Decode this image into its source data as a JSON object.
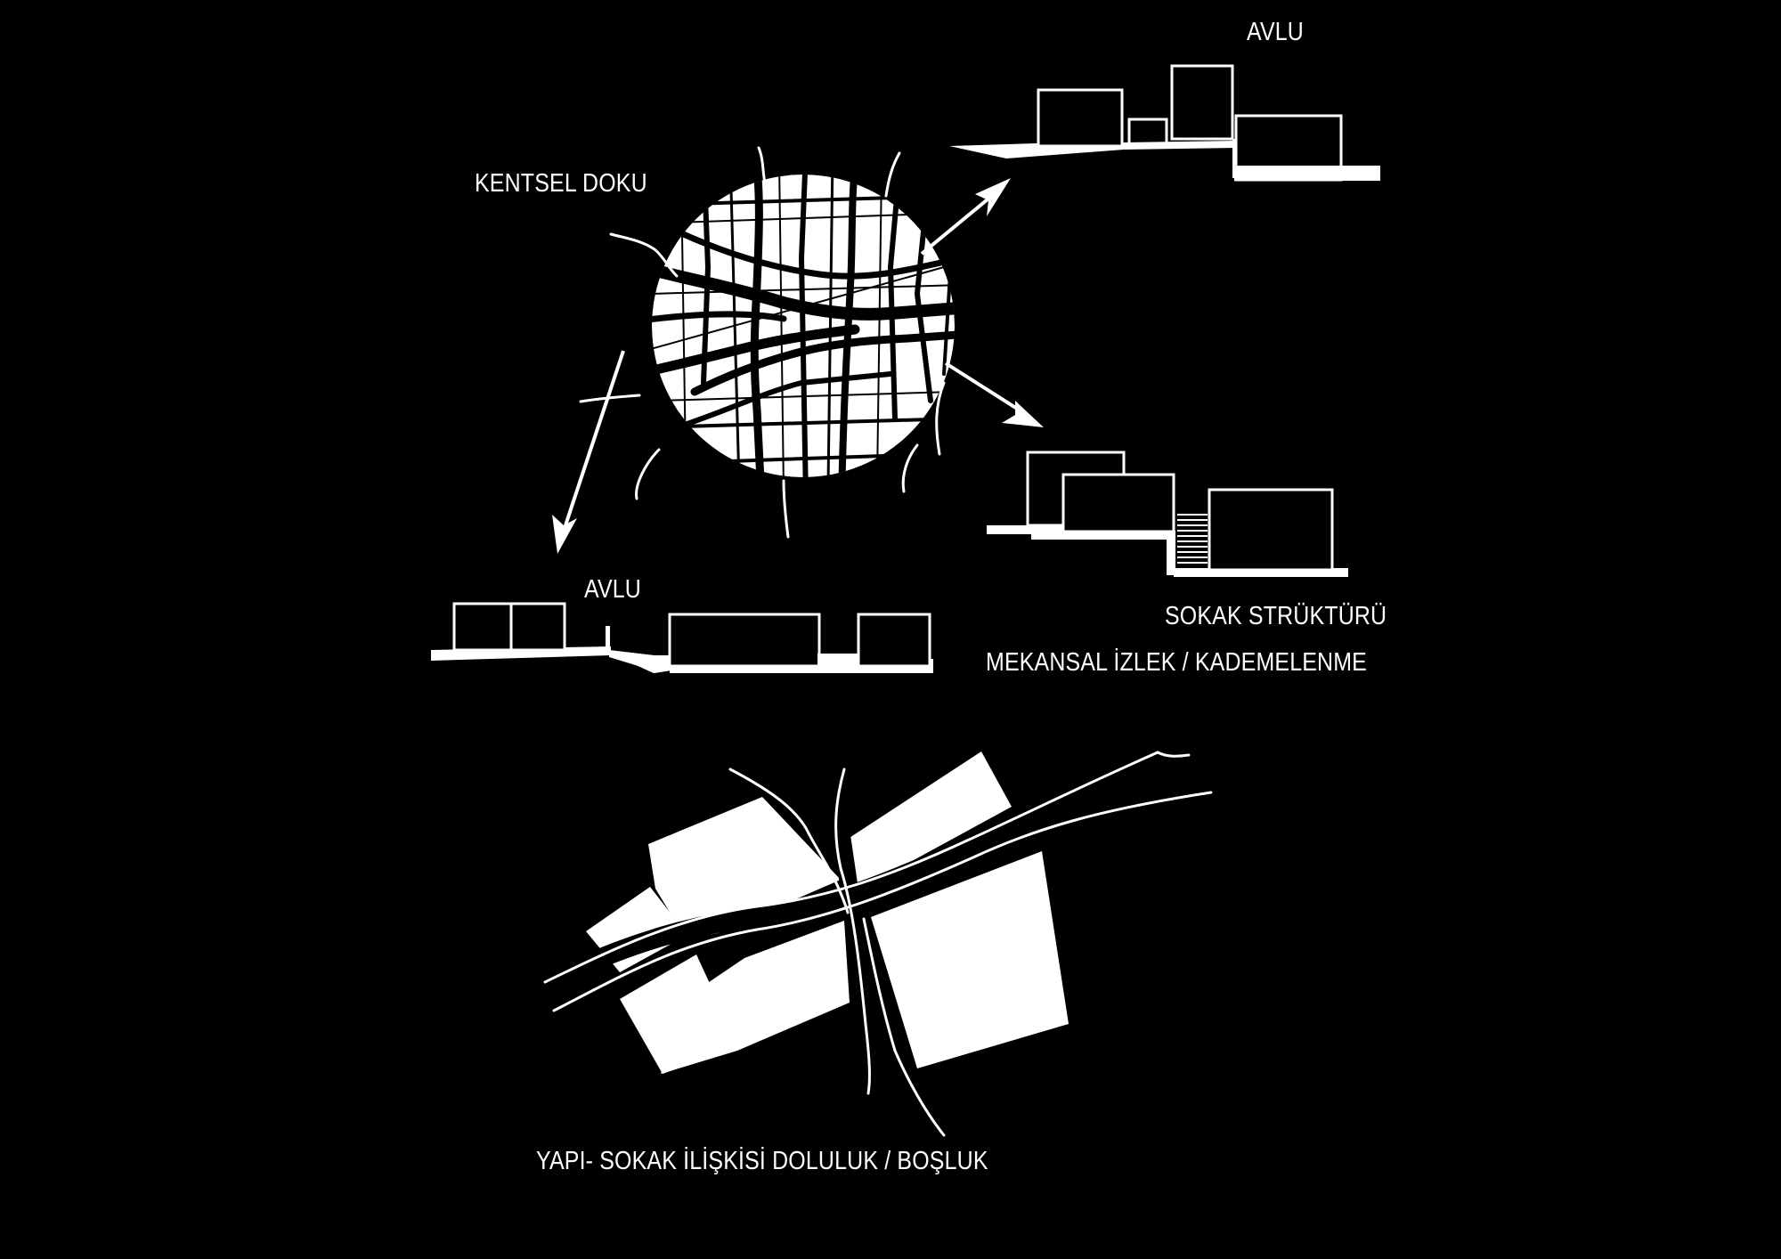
{
  "labels": {
    "kentsel_doku": "KENTSEL DOKU",
    "avlu_top": "AVLU",
    "avlu_bottom": "AVLU",
    "sokak_strukturu": "SOKAK STRÜKTÜRÜ",
    "mekansal_izlek": "MEKANSAL İZLEK / KADEMELENME",
    "yapi_sokak": "YAPI- SOKAK İLİŞKİSİ DOLULUK / BOŞLUK"
  },
  "colors": {
    "background": "#000000",
    "figure": "#ffffff"
  }
}
